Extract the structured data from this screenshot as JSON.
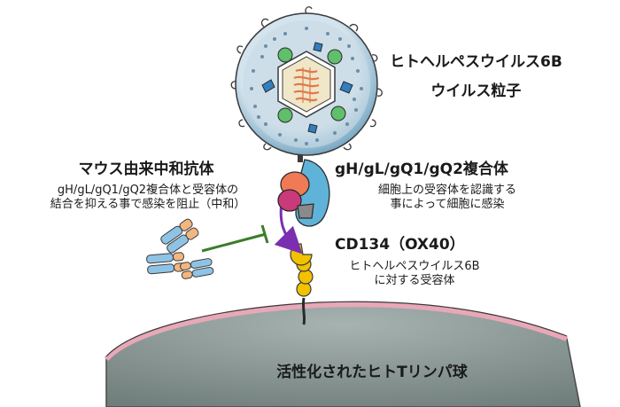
{
  "virus": {
    "name_line1": "ヒトヘルペスウイルス6B",
    "name_line2": "ウイルス粒子"
  },
  "antibody": {
    "title": "マウス由来中和抗体",
    "desc_line1": "gH/gL/gQ1/gQ2複合体と受容体の",
    "desc_line2": "結合を抑える事で感染を阻止（中和）"
  },
  "complex": {
    "title": "gH/gL/gQ1/gQ2複合体",
    "desc_line1": "細胞上の受容体を認識する",
    "desc_line2": "事によって細胞に感染"
  },
  "receptor": {
    "title": "CD134（OX40）",
    "desc_line1": "ヒトヘルペスウイルス6B",
    "desc_line2": "に対する受容体"
  },
  "cell": {
    "title": "活性化されたヒトTリンパ球"
  },
  "colors": {
    "envelope": "#8fb7cf",
    "tegument": "#c9dbe6",
    "capsid": "#f0e6c8",
    "dna": "#e07a4a",
    "cell_membrane": "#e8a8b8",
    "cell_body": "#8a9896",
    "receptor": "#f2c200",
    "inhibit_arrow": "#3a7d2a",
    "binding_arrow": "#7b2fb0"
  }
}
